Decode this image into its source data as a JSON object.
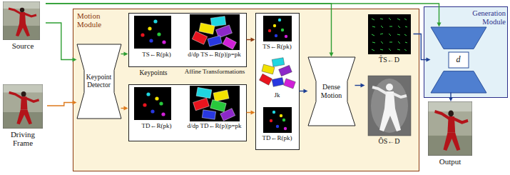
{
  "diagram": {
    "nodes": [
      {
        "text": [
          "Source"
        ]
      },
      {
        "text": [
          "Driving Frame"
        ]
      },
      {
        "text": [
          "Motion Module"
        ]
      },
      {
        "text": [
          "Keypoint Detector"
        ],
        "in": 2
      },
      {
        "text": [
          "TS←R(pk)",
          "d/dp TS←R(p)|p=pk"
        ],
        "in": 2
      },
      {
        "text": [
          "TD←R(pk)",
          "d/dp TD←R(p)|p=pk"
        ],
        "in": 2
      },
      {
        "text": [
          "TS←R(pk)",
          "Jk",
          "TD←R(pk)"
        ],
        "in": 2
      },
      {
        "text": [
          "Dense Motion"
        ],
        "in": 2
      },
      {
        "text": [
          "T̂S←D",
          "ÔS←D"
        ],
        "in": 2
      },
      {
        "text": [
          "Generation Module"
        ]
      },
      {
        "text": [
          "d"
        ],
        "in": 9
      },
      {
        "text": [
          "Output"
        ]
      }
    ],
    "edges": [
      {
        "from": 0,
        "to": 3,
        "arrow": "to"
      },
      {
        "from": 1,
        "to": 3,
        "arrow": "to"
      },
      {
        "from": 3,
        "to": 4,
        "arrow": "to"
      },
      {
        "from": 3,
        "to": 5,
        "arrow": "to"
      },
      {
        "from": 4,
        "to": 6,
        "arrow": "to"
      },
      {
        "from": 5,
        "to": 6,
        "arrow": "to"
      },
      {
        "from": 0,
        "to": 7,
        "arrow": "to"
      },
      {
        "from": 0,
        "to": 10,
        "arrow": "to"
      },
      {
        "from": 6,
        "to": 7,
        "arrow": "to"
      },
      {
        "from": 7,
        "to": 8,
        "arrow": "to"
      },
      {
        "from": 8,
        "to": 10,
        "arrow": "to"
      },
      {
        "from": 10,
        "to": 11,
        "arrow": "to"
      }
    ],
    "labels": [
      "Keypoints",
      "Affine Transformations"
    ]
  }
}
